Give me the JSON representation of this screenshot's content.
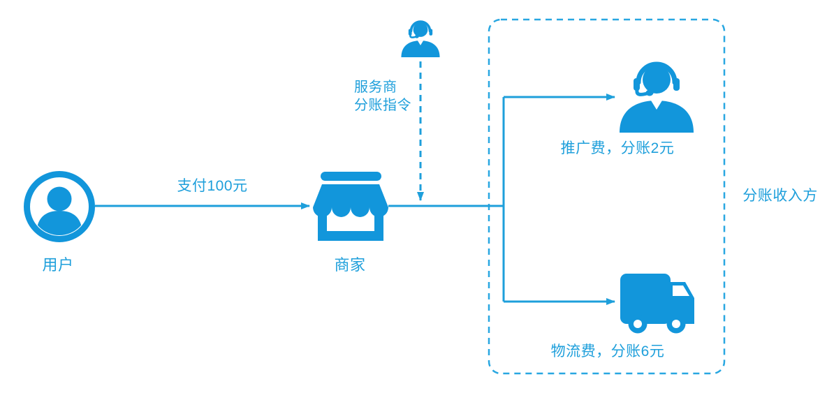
{
  "colors": {
    "icon_blue": "#1296db",
    "line_blue": "#1e9fdb",
    "text_blue": "#1e9fdb",
    "background": "#ffffff"
  },
  "nodes": {
    "user": {
      "label": "用户"
    },
    "merchant": {
      "label": "商家"
    },
    "service_provider": {
      "instruction_line1": "服务商",
      "instruction_line2": "分账指令"
    },
    "promotion_receiver": {
      "label": "推广费，分账2元"
    },
    "logistics_receiver": {
      "label": "物流费，分账6元"
    }
  },
  "edges": {
    "payment": {
      "label": "支付100元"
    }
  },
  "group": {
    "label": "分账收入方"
  },
  "icons": {
    "user": "user-avatar-circle-icon",
    "merchant": "storefront-icon",
    "service_provider": "headset-agent-icon",
    "promotion_receiver": "headset-agent-icon",
    "logistics_receiver": "delivery-truck-icon"
  }
}
